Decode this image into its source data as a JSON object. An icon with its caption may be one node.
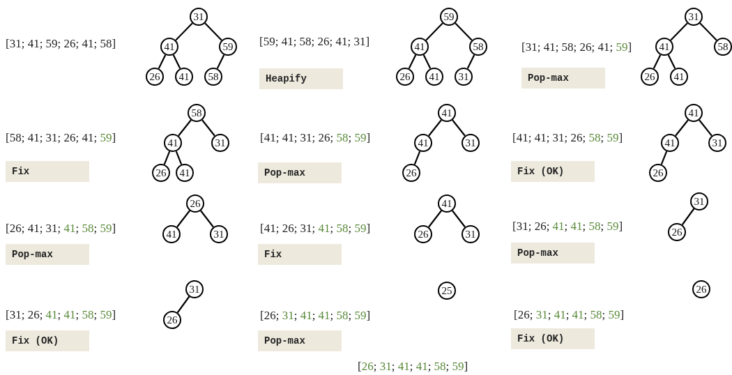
{
  "diagram": {
    "nodes": [
      {
        "text": [
          "31"
        ]
      },
      {
        "text": [
          "41"
        ]
      },
      {
        "text": [
          "59"
        ]
      },
      {
        "text": [
          "26"
        ]
      },
      {
        "text": [
          "41"
        ]
      },
      {
        "text": [
          "58"
        ]
      },
      {
        "text": [
          "Heapify"
        ]
      },
      {
        "text": [
          "59"
        ]
      },
      {
        "text": [
          "41"
        ]
      },
      {
        "text": [
          "58"
        ]
      },
      {
        "text": [
          "26"
        ]
      },
      {
        "text": [
          "41"
        ]
      },
      {
        "text": [
          "31"
        ]
      },
      {
        "text": [
          "Pop-max"
        ]
      },
      {
        "text": [
          "31"
        ]
      },
      {
        "text": [
          "41"
        ]
      },
      {
        "text": [
          "58"
        ]
      },
      {
        "text": [
          "26"
        ]
      },
      {
        "text": [
          "41"
        ]
      },
      {
        "text": [
          "Fix"
        ]
      },
      {
        "text": [
          "58"
        ]
      },
      {
        "text": [
          "41"
        ]
      },
      {
        "text": [
          "31"
        ]
      },
      {
        "text": [
          "26"
        ]
      },
      {
        "text": [
          "41"
        ]
      },
      {
        "text": [
          "Pop-max"
        ]
      },
      {
        "text": [
          "41"
        ]
      },
      {
        "text": [
          "41"
        ]
      },
      {
        "text": [
          "31"
        ]
      },
      {
        "text": [
          "26"
        ]
      },
      {
        "text": [
          "Fix (OK)"
        ]
      },
      {
        "text": [
          "41"
        ]
      },
      {
        "text": [
          "41"
        ]
      },
      {
        "text": [
          "31"
        ]
      },
      {
        "text": [
          "26"
        ]
      },
      {
        "text": [
          "Pop-max"
        ]
      },
      {
        "text": [
          "26"
        ]
      },
      {
        "text": [
          "41"
        ]
      },
      {
        "text": [
          "31"
        ]
      },
      {
        "text": [
          "Fix"
        ]
      },
      {
        "text": [
          "41"
        ]
      },
      {
        "text": [
          "26"
        ]
      },
      {
        "text": [
          "31"
        ]
      },
      {
        "text": [
          "Pop-max"
        ]
      },
      {
        "text": [
          "31"
        ]
      },
      {
        "text": [
          "26"
        ]
      },
      {
        "text": [
          "Fix (OK)"
        ]
      },
      {
        "text": [
          "31"
        ]
      },
      {
        "text": [
          "26"
        ]
      },
      {
        "text": [
          "Pop-max"
        ]
      },
      {
        "text": [
          "25"
        ]
      },
      {
        "text": [
          "Fix (OK)"
        ]
      },
      {
        "text": [
          "26"
        ]
      }
    ],
    "edges": [
      {
        "from": 0,
        "to": 1,
        "arrow": "none"
      },
      {
        "from": 0,
        "to": 2,
        "arrow": "none"
      },
      {
        "from": 1,
        "to": 3,
        "arrow": "none"
      },
      {
        "from": 1,
        "to": 4,
        "arrow": "none"
      },
      {
        "from": 2,
        "to": 5,
        "arrow": "none"
      },
      {
        "from": 7,
        "to": 8,
        "arrow": "none"
      },
      {
        "from": 7,
        "to": 9,
        "arrow": "none"
      },
      {
        "from": 8,
        "to": 10,
        "arrow": "none"
      },
      {
        "from": 8,
        "to": 11,
        "arrow": "none"
      },
      {
        "from": 9,
        "to": 12,
        "arrow": "none"
      },
      {
        "from": 14,
        "to": 15,
        "arrow": "none"
      },
      {
        "from": 14,
        "to": 16,
        "arrow": "none"
      },
      {
        "from": 15,
        "to": 17,
        "arrow": "none"
      },
      {
        "from": 15,
        "to": 18,
        "arrow": "none"
      },
      {
        "from": 20,
        "to": 21,
        "arrow": "none"
      },
      {
        "from": 20,
        "to": 22,
        "arrow": "none"
      },
      {
        "from": 21,
        "to": 23,
        "arrow": "none"
      },
      {
        "from": 21,
        "to": 24,
        "arrow": "none"
      },
      {
        "from": 26,
        "to": 27,
        "arrow": "none"
      },
      {
        "from": 26,
        "to": 28,
        "arrow": "none"
      },
      {
        "from": 27,
        "to": 29,
        "arrow": "none"
      },
      {
        "from": 31,
        "to": 32,
        "arrow": "none"
      },
      {
        "from": 31,
        "to": 33,
        "arrow": "none"
      },
      {
        "from": 32,
        "to": 34,
        "arrow": "none"
      },
      {
        "from": 36,
        "to": 37,
        "arrow": "none"
      },
      {
        "from": 36,
        "to": 38,
        "arrow": "none"
      },
      {
        "from": 40,
        "to": 41,
        "arrow": "none"
      },
      {
        "from": 40,
        "to": 42,
        "arrow": "none"
      },
      {
        "from": 44,
        "to": 45,
        "arrow": "none"
      },
      {
        "from": 47,
        "to": 48,
        "arrow": "none"
      }
    ],
    "labels": [
      "[31; 41; 59; 26; 41; 58]",
      "[59; 41; 58; 26; 41; 31]",
      "[31; 41; 58; 26; 41; 59]",
      "[58; 41; 31; 26; 41; 59]",
      "[41; 41; 31; 26; 58; 59]",
      "[41; 41; 31; 26; 58; 59]",
      "[26; 41; 31; 41; 58; 59]",
      "[41; 26; 31; 41; 58; 59]",
      "[31; 26; 41; 41; 58; 59]",
      "[31; 26; 41; 41; 58; 59]",
      "[26; 31; 41; 41; 58; 59]",
      "[26; 31; 41; 41; 58; 59]",
      "[26; 31; 41; 41; 58; 59]"
    ]
  }
}
